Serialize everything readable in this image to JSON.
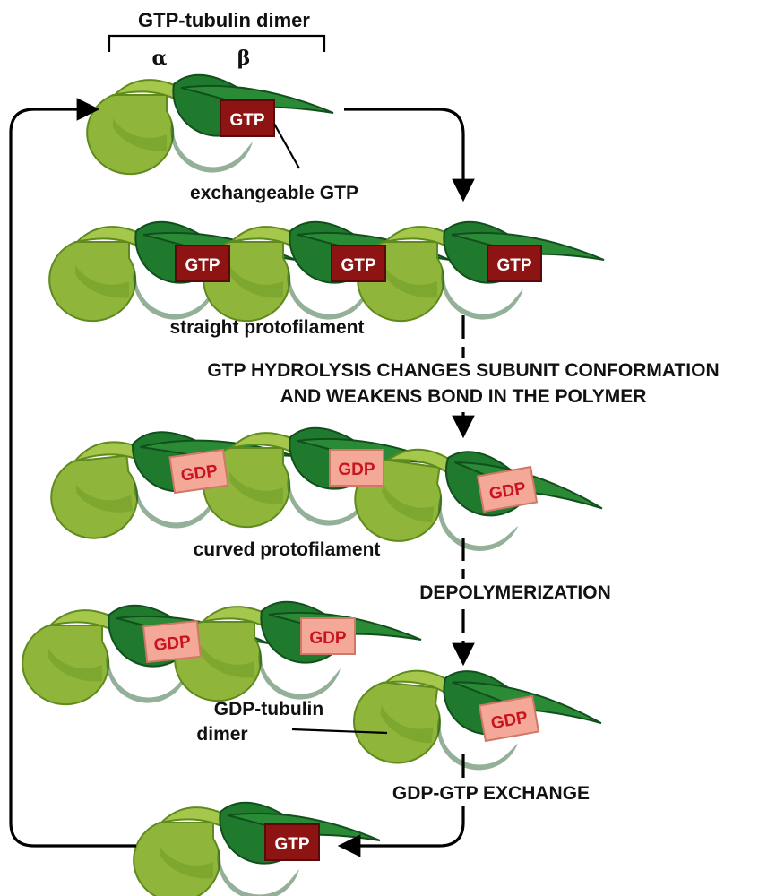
{
  "title": "GTP-tubulin dimer",
  "alpha_label": "α",
  "beta_label": "β",
  "exchangeable_label": "exchangeable GTP",
  "straight_label": "straight protofilament",
  "hydrolysis_line1": "GTP HYDROLYSIS CHANGES SUBUNIT CONFORMATION",
  "hydrolysis_line2": "AND WEAKENS BOND IN THE POLYMER",
  "curved_label": "curved protofilament",
  "depolymerization_label": "DEPOLYMERIZATION",
  "gdp_dimer_line1": "GDP-tubulin",
  "gdp_dimer_line2": "dimer",
  "exchange_label": "GDP-GTP EXCHANGE",
  "nucleotide_gtp": "GTP",
  "nucleotide_gdp": "GDP",
  "colors": {
    "alpha_light": "#8fb53a",
    "alpha_shade": "#5f8a1e",
    "beta_dark": "#1f7a2e",
    "beta_shade": "#11501c",
    "gtp_box": "#8e1414",
    "gdp_box": "#f4a898",
    "gdp_text": "#c8141e"
  }
}
